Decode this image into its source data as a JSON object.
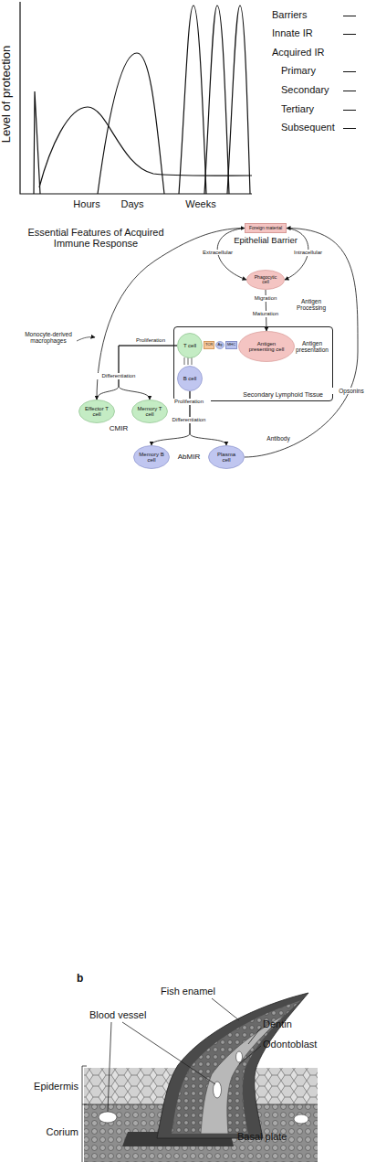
{
  "diagram": {
    "title": "Essential Features of Acquired Immune Response",
    "nodes": [
      {
        "text": [
          "Foreign material"
        ]
      },
      {
        "text": [
          "Phagocytic cell"
        ]
      },
      {
        "text": [
          "Secondary Lymphoid Tissue"
        ]
      },
      {
        "text": [
          "T cell"
        ],
        "in": 2
      },
      {
        "text": [
          "TCR"
        ],
        "in": 2
      },
      {
        "text": [
          "Ag"
        ],
        "in": 2
      },
      {
        "text": [
          "MHC"
        ],
        "in": 2
      },
      {
        "text": [
          "Antigen presenting cell"
        ],
        "in": 2
      },
      {
        "text": [
          "B cell"
        ],
        "in": 2
      },
      {
        "text": [
          "Effector T cell"
        ]
      },
      {
        "text": [
          "Memory T cell"
        ]
      },
      {
        "text": [
          "Memory B cell"
        ]
      },
      {
        "text": [
          "Plasma cell"
        ]
      }
    ],
    "edges": [
      {
        "from": 0,
        "to": 1,
        "label": "Extracellular",
        "arrow": "to"
      },
      {
        "from": 0,
        "to": 1,
        "label": "Intracellular",
        "arrow": "to"
      },
      {
        "from": 1,
        "to": 7,
        "arrow": "to"
      },
      {
        "from": 3,
        "to": 9,
        "arrow": "to"
      },
      {
        "from": 3,
        "to": 10,
        "arrow": "to"
      },
      {
        "from": 8,
        "to": 11,
        "arrow": "to"
      },
      {
        "from": 8,
        "to": 12,
        "arrow": "to"
      },
      {
        "from": 12,
        "to": 0,
        "arrow": "to"
      },
      {
        "from": 9,
        "to": 0,
        "arrow": "to"
      }
    ],
    "labels": [
      "Level of protection",
      "Hours",
      "Days",
      "Weeks",
      "Epithelial Barrier",
      "Migration",
      "Maturation",
      "Antigen Processing",
      "Antigen presentation",
      "Proliferation",
      "Differentiation",
      "CMIR",
      "Proliferation",
      "Differentiation",
      "AbMIR",
      "Opsonins",
      "Antibody",
      "Monocyte-derived macrophages",
      "b",
      "Fish enamel",
      "Blood vessel",
      "Dentin",
      "Odontoblast",
      "Epidermis",
      "Corium",
      "Basal plate"
    ],
    "legend": [
      {
        "text": "Barriers"
      },
      {
        "text": "Innate IR"
      },
      {
        "text": "Acquired IR"
      },
      {
        "text": "Primary"
      },
      {
        "text": "Secondary"
      },
      {
        "text": "Tertiary"
      },
      {
        "text": "Subsequent"
      }
    ]
  }
}
